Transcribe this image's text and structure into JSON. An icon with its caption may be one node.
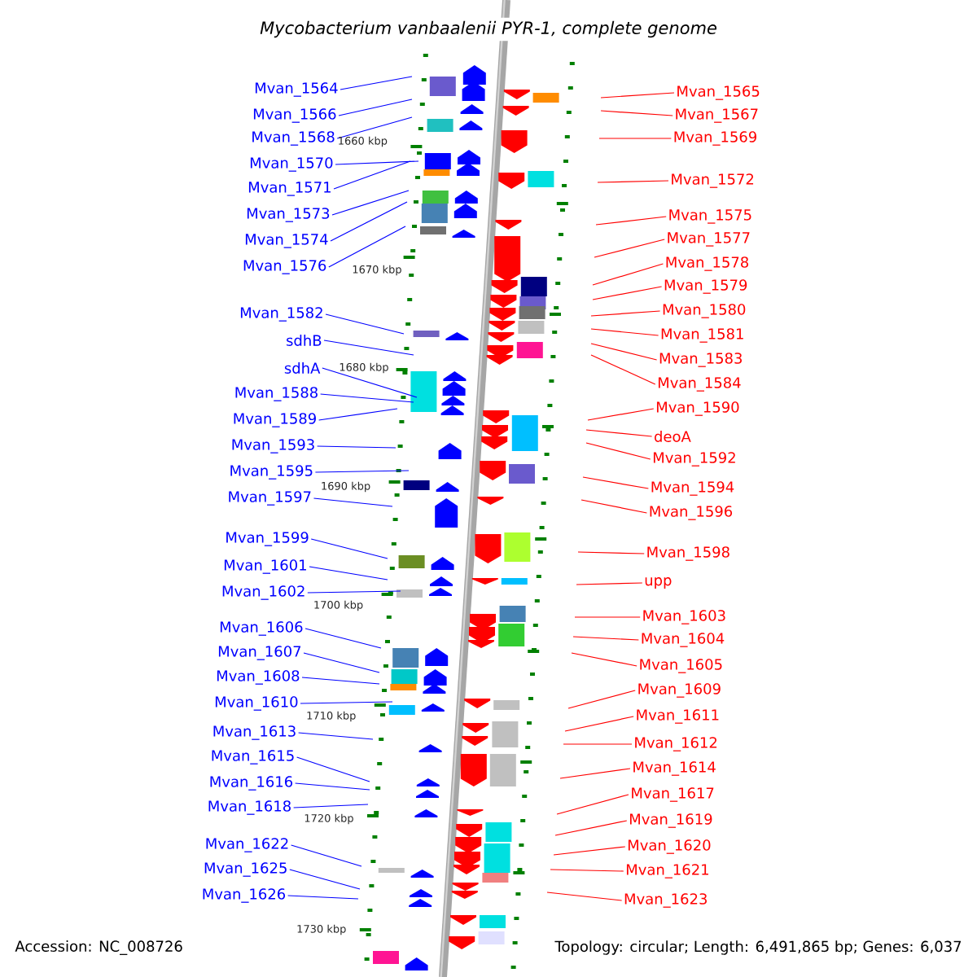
{
  "diagram": {
    "title": "Mycobacterium vanbaalenii PYR-1, complete genome",
    "nodes": [
      {
        "text": [
          "Mvan_1564"
        ]
      },
      {
        "text": [
          "Mvan_1566"
        ]
      },
      {
        "text": [
          "Mvan_1568"
        ]
      },
      {
        "text": [
          "Mvan_1570"
        ]
      },
      {
        "text": [
          "Mvan_1571"
        ]
      },
      {
        "text": [
          "Mvan_1573"
        ]
      },
      {
        "text": [
          "Mvan_1574"
        ]
      },
      {
        "text": [
          "Mvan_1576"
        ]
      },
      {
        "text": [
          "Mvan_1582"
        ]
      },
      {
        "text": [
          "sdhB"
        ]
      },
      {
        "text": [
          "sdhA"
        ]
      },
      {
        "text": [
          "Mvan_1588"
        ]
      },
      {
        "text": [
          "Mvan_1589"
        ]
      },
      {
        "text": [
          "Mvan_1593"
        ]
      },
      {
        "text": [
          "Mvan_1595"
        ]
      },
      {
        "text": [
          "Mvan_1597"
        ]
      },
      {
        "text": [
          "Mvan_1599"
        ]
      },
      {
        "text": [
          "Mvan_1601"
        ]
      },
      {
        "text": [
          "Mvan_1602"
        ]
      },
      {
        "text": [
          "Mvan_1606"
        ]
      },
      {
        "text": [
          "Mvan_1607"
        ]
      },
      {
        "text": [
          "Mvan_1608"
        ]
      },
      {
        "text": [
          "Mvan_1610"
        ]
      },
      {
        "text": [
          "Mvan_1613"
        ]
      },
      {
        "text": [
          "Mvan_1615"
        ]
      },
      {
        "text": [
          "Mvan_1616"
        ]
      },
      {
        "text": [
          "Mvan_1618"
        ]
      },
      {
        "text": [
          "Mvan_1622"
        ]
      },
      {
        "text": [
          "Mvan_1625"
        ]
      },
      {
        "text": [
          "Mvan_1626"
        ]
      },
      {
        "text": [
          "Mvan_1565"
        ]
      },
      {
        "text": [
          "Mvan_1567"
        ]
      },
      {
        "text": [
          "Mvan_1569"
        ]
      },
      {
        "text": [
          "Mvan_1572"
        ]
      },
      {
        "text": [
          "Mvan_1575"
        ]
      },
      {
        "text": [
          "Mvan_1577"
        ]
      },
      {
        "text": [
          "Mvan_1578"
        ]
      },
      {
        "text": [
          "Mvan_1579"
        ]
      },
      {
        "text": [
          "Mvan_1580"
        ]
      },
      {
        "text": [
          "Mvan_1581"
        ]
      },
      {
        "text": [
          "Mvan_1583"
        ]
      },
      {
        "text": [
          "Mvan_1584"
        ]
      },
      {
        "text": [
          "Mvan_1590"
        ]
      },
      {
        "text": [
          "deoA"
        ]
      },
      {
        "text": [
          "Mvan_1592"
        ]
      },
      {
        "text": [
          "Mvan_1594"
        ]
      },
      {
        "text": [
          "Mvan_1596"
        ]
      },
      {
        "text": [
          "Mvan_1598"
        ]
      },
      {
        "text": [
          "upp"
        ]
      },
      {
        "text": [
          "Mvan_1603"
        ]
      },
      {
        "text": [
          "Mvan_1604"
        ]
      },
      {
        "text": [
          "Mvan_1605"
        ]
      },
      {
        "text": [
          "Mvan_1609"
        ]
      },
      {
        "text": [
          "Mvan_1611"
        ]
      },
      {
        "text": [
          "Mvan_1612"
        ]
      },
      {
        "text": [
          "Mvan_1614"
        ]
      },
      {
        "text": [
          "Mvan_1617"
        ]
      },
      {
        "text": [
          "Mvan_1619"
        ]
      },
      {
        "text": [
          "Mvan_1620"
        ]
      },
      {
        "text": [
          "Mvan_1621"
        ]
      },
      {
        "text": [
          "Mvan_1623"
        ]
      }
    ],
    "edges": [
      {
        "from": 0,
        "to": null,
        "arrow": "none",
        "color": "#0000ff"
      },
      {
        "from": 1,
        "to": null,
        "arrow": "none",
        "color": "#0000ff"
      },
      {
        "from": 2,
        "to": null,
        "arrow": "none",
        "color": "#0000ff"
      },
      {
        "from": 3,
        "to": null,
        "arrow": "none",
        "color": "#0000ff"
      },
      {
        "from": 4,
        "to": null,
        "arrow": "none",
        "color": "#0000ff"
      },
      {
        "from": 5,
        "to": null,
        "arrow": "none",
        "color": "#0000ff"
      },
      {
        "from": 6,
        "to": null,
        "arrow": "none",
        "color": "#0000ff"
      },
      {
        "from": 7,
        "to": null,
        "arrow": "none",
        "color": "#0000ff"
      },
      {
        "from": 8,
        "to": null,
        "arrow": "none",
        "color": "#0000ff"
      },
      {
        "from": 9,
        "to": null,
        "arrow": "none",
        "color": "#0000ff"
      },
      {
        "from": 10,
        "to": null,
        "arrow": "none",
        "color": "#0000ff"
      },
      {
        "from": 11,
        "to": null,
        "arrow": "none",
        "color": "#0000ff"
      },
      {
        "from": 12,
        "to": null,
        "arrow": "none",
        "color": "#0000ff"
      },
      {
        "from": 13,
        "to": null,
        "arrow": "none",
        "color": "#0000ff"
      },
      {
        "from": 14,
        "to": null,
        "arrow": "none",
        "color": "#0000ff"
      },
      {
        "from": 15,
        "to": null,
        "arrow": "none",
        "color": "#0000ff"
      },
      {
        "from": 16,
        "to": null,
        "arrow": "none",
        "color": "#0000ff"
      },
      {
        "from": 17,
        "to": null,
        "arrow": "none",
        "color": "#0000ff"
      },
      {
        "from": 18,
        "to": null,
        "arrow": "none",
        "color": "#0000ff"
      },
      {
        "from": 19,
        "to": null,
        "arrow": "none",
        "color": "#0000ff"
      },
      {
        "from": 20,
        "to": null,
        "arrow": "none",
        "color": "#0000ff"
      },
      {
        "from": 21,
        "to": null,
        "arrow": "none",
        "color": "#0000ff"
      },
      {
        "from": 22,
        "to": null,
        "arrow": "none",
        "color": "#0000ff"
      },
      {
        "from": 23,
        "to": null,
        "arrow": "none",
        "color": "#0000ff"
      },
      {
        "from": 24,
        "to": null,
        "arrow": "none",
        "color": "#0000ff"
      },
      {
        "from": 25,
        "to": null,
        "arrow": "none",
        "color": "#0000ff"
      },
      {
        "from": 26,
        "to": null,
        "arrow": "none",
        "color": "#0000ff"
      },
      {
        "from": 27,
        "to": null,
        "arrow": "none",
        "color": "#0000ff"
      },
      {
        "from": 28,
        "to": null,
        "arrow": "none",
        "color": "#0000ff"
      },
      {
        "from": 29,
        "to": null,
        "arrow": "none",
        "color": "#0000ff"
      },
      {
        "from": 30,
        "to": null,
        "arrow": "none",
        "color": "#ff0000"
      },
      {
        "from": 31,
        "to": null,
        "arrow": "none",
        "color": "#ff0000"
      },
      {
        "from": 32,
        "to": null,
        "arrow": "none",
        "color": "#ff0000"
      },
      {
        "from": 33,
        "to": null,
        "arrow": "none",
        "color": "#ff0000"
      },
      {
        "from": 34,
        "to": null,
        "arrow": "none",
        "color": "#ff0000"
      },
      {
        "from": 35,
        "to": null,
        "arrow": "none",
        "color": "#ff0000"
      },
      {
        "from": 36,
        "to": null,
        "arrow": "none",
        "color": "#ff0000"
      },
      {
        "from": 37,
        "to": null,
        "arrow": "none",
        "color": "#ff0000"
      },
      {
        "from": 38,
        "to": null,
        "arrow": "none",
        "color": "#ff0000"
      },
      {
        "from": 39,
        "to": null,
        "arrow": "none",
        "color": "#ff0000"
      },
      {
        "from": 40,
        "to": null,
        "arrow": "none",
        "color": "#ff0000"
      },
      {
        "from": 41,
        "to": null,
        "arrow": "none",
        "color": "#ff0000"
      },
      {
        "from": 42,
        "to": null,
        "arrow": "none",
        "color": "#ff0000"
      },
      {
        "from": 43,
        "to": null,
        "arrow": "none",
        "color": "#ff0000"
      },
      {
        "from": 44,
        "to": null,
        "arrow": "none",
        "color": "#ff0000"
      },
      {
        "from": 45,
        "to": null,
        "arrow": "none",
        "color": "#ff0000"
      },
      {
        "from": 46,
        "to": null,
        "arrow": "none",
        "color": "#ff0000"
      },
      {
        "from": 47,
        "to": null,
        "arrow": "none",
        "color": "#ff0000"
      },
      {
        "from": 48,
        "to": null,
        "arrow": "none",
        "color": "#ff0000"
      },
      {
        "from": 49,
        "to": null,
        "arrow": "none",
        "color": "#ff0000"
      },
      {
        "from": 50,
        "to": null,
        "arrow": "none",
        "color": "#ff0000"
      },
      {
        "from": 51,
        "to": null,
        "arrow": "none",
        "color": "#ff0000"
      },
      {
        "from": 52,
        "to": null,
        "arrow": "none",
        "color": "#ff0000"
      },
      {
        "from": 53,
        "to": null,
        "arrow": "none",
        "color": "#ff0000"
      },
      {
        "from": 54,
        "to": null,
        "arrow": "none",
        "color": "#ff0000"
      },
      {
        "from": 55,
        "to": null,
        "arrow": "none",
        "color": "#ff0000"
      },
      {
        "from": 56,
        "to": null,
        "arrow": "none",
        "color": "#ff0000"
      },
      {
        "from": 57,
        "to": null,
        "arrow": "none",
        "color": "#ff0000"
      },
      {
        "from": 58,
        "to": null,
        "arrow": "none",
        "color": "#ff0000"
      },
      {
        "from": 59,
        "to": null,
        "arrow": "none",
        "color": "#ff0000"
      },
      {
        "from": 60,
        "to": null,
        "arrow": "none",
        "color": "#ff0000"
      }
    ],
    "labels": [
      "1660 kbp",
      "1670 kbp",
      "1680 kbp",
      "1690 kbp",
      "1700 kbp",
      "1710 kbp",
      "1720 kbp",
      "1730 kbp",
      "Accession: NC_008726",
      "Topology: circular; Length: 6,491,865 bp; Genes: 6,037"
    ]
  }
}
